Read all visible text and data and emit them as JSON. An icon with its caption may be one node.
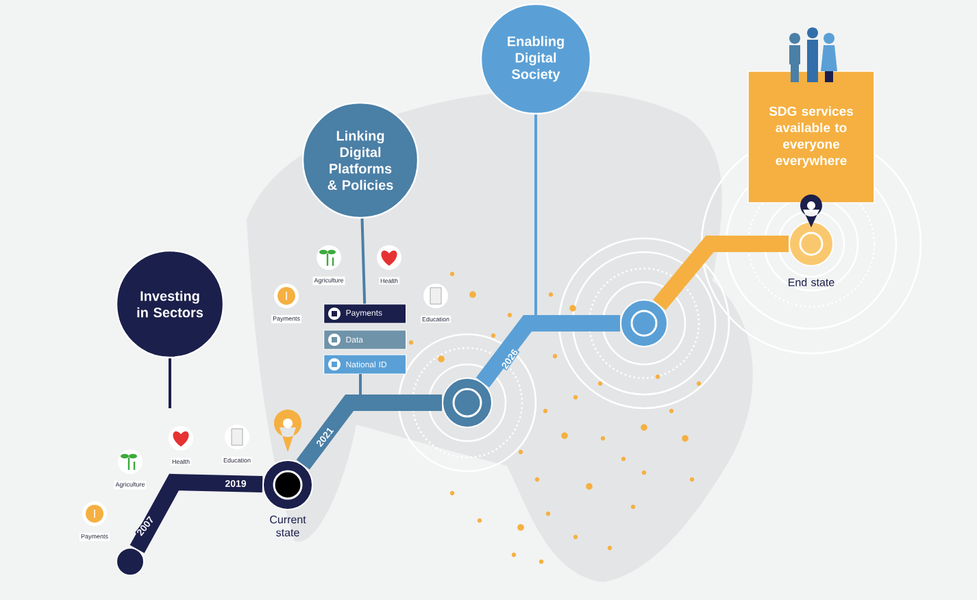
{
  "diagram": {
    "nodes": [
      {
        "text": [],
        "shape": "circle"
      },
      {
        "text": [],
        "shape": "circle",
        "beside": [
          "Current state"
        ]
      },
      {
        "text": [],
        "shape": "circle"
      },
      {
        "text": [],
        "shape": "circle"
      },
      {
        "text": [],
        "shape": "circle",
        "beside": [
          "End state"
        ]
      },
      {
        "text": [
          "Investing in Sectors"
        ]
      },
      {
        "text": [
          "Linking Digital Platforms & Policies"
        ]
      },
      {
        "text": [
          "Enabling Digital Society"
        ]
      },
      {
        "text": [
          "SDG services available to everyone everywhere"
        ]
      },
      {
        "text": [
          "Payments"
        ]
      },
      {
        "text": [
          "Data"
        ]
      },
      {
        "text": [
          "National ID"
        ]
      }
    ],
    "edges": [
      {
        "from": 0,
        "to": 1,
        "arrow": "none",
        "label": "2007",
        "color": "#1b1f4b"
      },
      {
        "from": 1,
        "to": 2,
        "arrow": "none",
        "label": "2021",
        "color": "#4a7fa6"
      },
      {
        "from": 2,
        "to": 3,
        "arrow": "none",
        "label": "2026",
        "color": "#5aa0d6"
      },
      {
        "from": 3,
        "to": 4,
        "arrow": "none",
        "color": "#f5b041"
      },
      {
        "from": 5,
        "to": null,
        "arrow": "none",
        "color": "#1b1f4b"
      },
      {
        "from": 6,
        "to": 9,
        "arrow": "none",
        "color": "#4a7fa6"
      },
      {
        "from": 7,
        "to": null,
        "arrow": "none",
        "color": "#5aa0d6"
      }
    ],
    "labels": [
      "2019",
      "Payments",
      "Agriculture",
      "Health",
      "Education",
      "Agriculture",
      "Health",
      "Payments",
      "Education"
    ]
  }
}
